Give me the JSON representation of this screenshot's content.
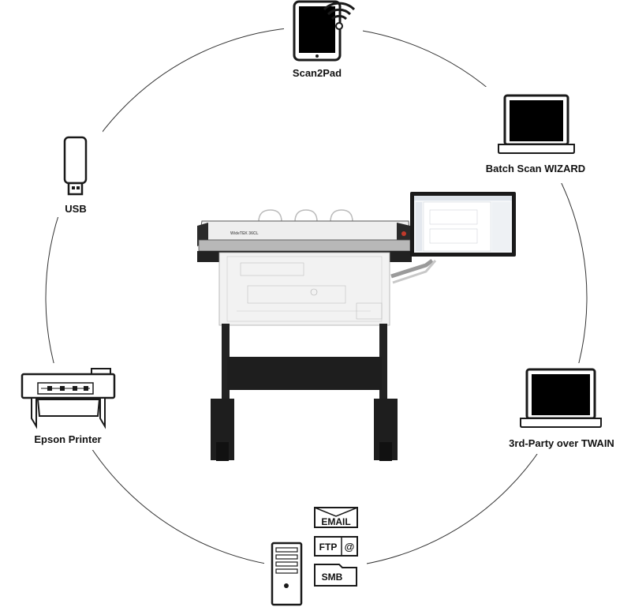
{
  "nodes": {
    "scan2pad": {
      "label": "Scan2Pad",
      "icon": "tablet-wifi-icon"
    },
    "batch_scan": {
      "label": "Batch Scan WIZARD",
      "icon": "laptop-icon"
    },
    "usb": {
      "label": "USB",
      "icon": "usb-stick-icon"
    },
    "epson": {
      "label": "Epson Printer",
      "icon": "printer-icon"
    },
    "twain": {
      "label": "3rd-Party over TWAIN",
      "icon": "laptop-icon"
    },
    "network": {
      "icon": "pc-tower-icon",
      "badges": {
        "email": "EMAIL",
        "ftp": "FTP",
        "at": "@",
        "smb": "SMB"
      }
    }
  },
  "scanner": {
    "brand": "WideTEK 36CL",
    "icon": "wide-format-scanner-icon"
  },
  "colors": {
    "line": "#333333",
    "device_dark": "#1a1a1a",
    "screen": "#000000",
    "paper": "#f2f2f2",
    "steel": "#c8c8c8"
  }
}
